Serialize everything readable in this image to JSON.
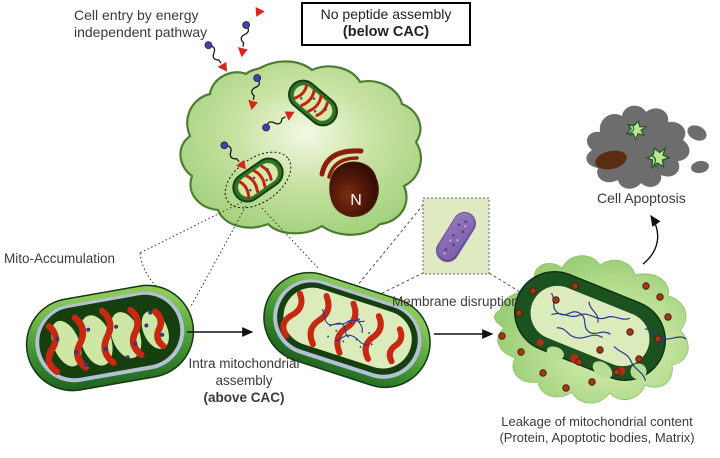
{
  "figure": {
    "type": "scientific-diagram",
    "topic": "Mitochondria-targeted peptide assembly causing membrane disruption and cell apoptosis"
  },
  "labels": {
    "cell_entry_line1": "Cell entry by energy",
    "cell_entry_line2": "independent pathway",
    "no_assembly_line1": "No peptide assembly",
    "no_assembly_line2": "(below CAC)",
    "mito_accumulation": "Mito-Accumulation",
    "intra_assembly_line1": "Intra mitochondrial",
    "intra_assembly_line2": "assembly",
    "intra_assembly_line3": "(above CAC)",
    "membrane_disruption": "Membrane disruption",
    "cell_apoptosis": "Cell Apoptosis",
    "leakage_line1": "Leakage of mitochondrial content",
    "leakage_line2": "(Protein, Apoptotic bodies, Matrix)",
    "nucleus": "N"
  },
  "icons": {
    "peptide": "peptide-icon",
    "entry_arrow": "red-arrowhead-icon",
    "step_arrow": "right-arrow-icon",
    "apoptosis_arrow": "curved-up-arrow-icon"
  },
  "colors": {
    "cell_fill": "#aad687",
    "cell_membrane": "#4e7c31",
    "mito_outer_green": "#2e7d2a",
    "mito_interior_dark": "#16400f",
    "mito_rim_blue_gray": "#b2c2d4",
    "cristae_red": "#c62812",
    "matrix_light_green": "#d6e8ae",
    "peptide_head_blue": "#4444a8",
    "entry_arrow_red": "#d8251a",
    "nucleus_maroon": "#3a1208",
    "fibril_purple": "#7d5fa8",
    "fibril_network_navy": "#26388f",
    "apoptotic_cell_gray": "#6d6d6d",
    "leaked_dot_brown": "#9f3a17",
    "inset_background": "#dfe9c2",
    "text": "#3a3a3a"
  }
}
